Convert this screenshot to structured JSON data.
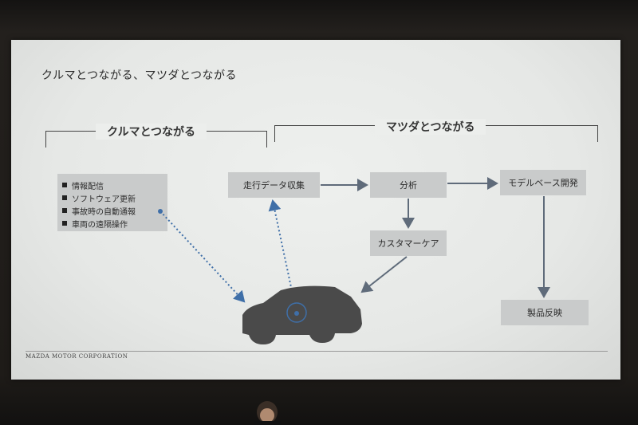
{
  "slide": {
    "title": "クルマとつながる、マツダとつながる",
    "footer": "MAZDA MOTOR CORPORATION"
  },
  "groups": {
    "car": "クルマとつながる",
    "mazda": "マツダとつながる"
  },
  "info_list": [
    "情報配信",
    "ソフトウェア更新",
    "事故時の自動通報",
    "車両の遠隔操作"
  ],
  "nodes": {
    "driving_data": "走行データ収集",
    "analysis": "分析",
    "model_base": "モデルベース開発",
    "customer_care": "カスタマーケア",
    "product_feedback": "製品反映"
  },
  "colors": {
    "box": "#c9cbcb",
    "arrow": "#5f6b7a",
    "dotted": "#3f6fa8",
    "car": "#4a4a4a"
  }
}
